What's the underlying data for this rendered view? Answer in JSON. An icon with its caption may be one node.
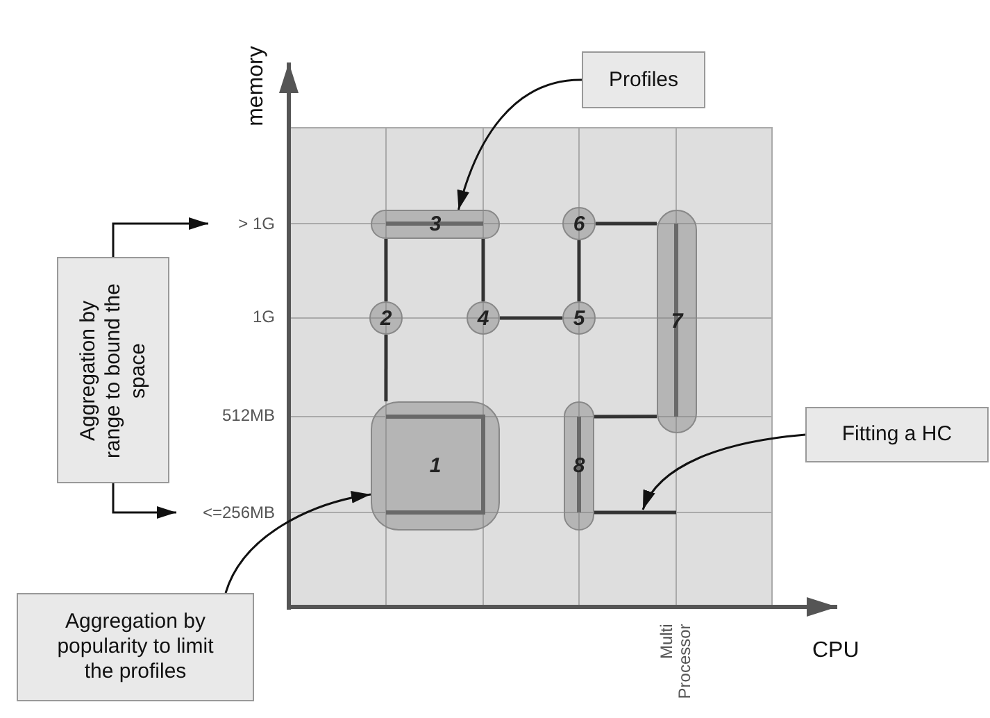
{
  "diagram": {
    "nodes": [
      {
        "text": [
          "Profiles"
        ]
      },
      {
        "text": [
          "> 1G"
        ]
      },
      {
        "text": [
          "3"
        ]
      },
      {
        "text": [
          "6"
        ]
      },
      {
        "text": [
          "7"
        ]
      },
      {
        "text": [
          "Aggregation by range to bound the space"
        ]
      },
      {
        "text": [
          "2"
        ]
      },
      {
        "text": [
          "4"
        ]
      },
      {
        "text": [
          "5"
        ]
      },
      {
        "text": [
          "1"
        ]
      },
      {
        "text": [
          "8"
        ]
      },
      {
        "text": [
          "Fitting a HC"
        ]
      },
      {
        "text": [
          "<=256MB"
        ]
      },
      {
        "text": [
          "Aggregation by popularity to limit the profiles"
        ]
      }
    ],
    "edges": [
      {
        "from": 0,
        "to": 2,
        "arrow": "to"
      },
      {
        "from": 5,
        "to": 1,
        "arrow": "to"
      },
      {
        "from": 5,
        "to": 12,
        "arrow": "to"
      },
      {
        "from": 13,
        "to": 9,
        "arrow": "to"
      },
      {
        "from": 11,
        "to": null,
        "arrow": "to"
      },
      {
        "from": 9,
        "to": 6,
        "arrow": "none"
      },
      {
        "from": 6,
        "to": 2,
        "arrow": "none"
      },
      {
        "from": 2,
        "to": 7,
        "arrow": "none"
      },
      {
        "from": 7,
        "to": 8,
        "arrow": "none"
      },
      {
        "from": 8,
        "to": 3,
        "arrow": "none"
      },
      {
        "from": 3,
        "to": 4,
        "arrow": "none"
      },
      {
        "from": 4,
        "to": 10,
        "arrow": "none"
      },
      {
        "from": 10,
        "to": null,
        "arrow": "none"
      }
    ],
    "labels": [
      "memory",
      "1G",
      "512MB",
      "CPU",
      "Multi Processor"
    ]
  }
}
